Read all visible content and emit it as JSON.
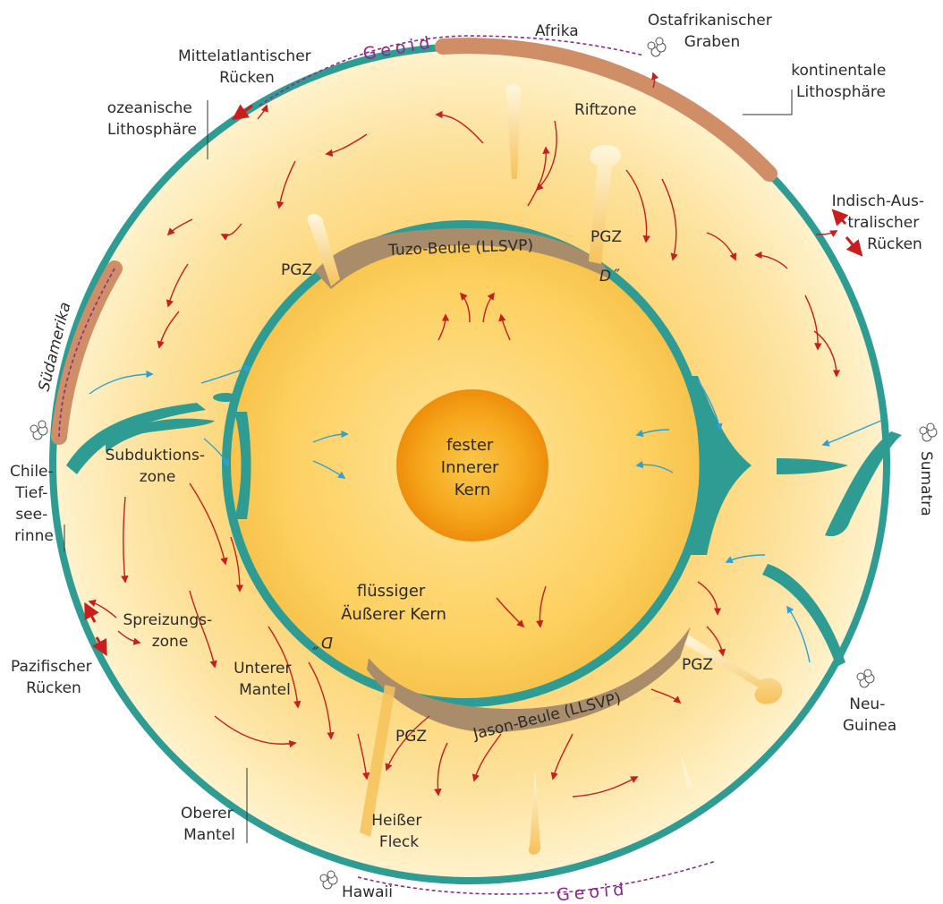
{
  "colors": {
    "lithosphere": "#2f9c94",
    "continent": "#cf8e66",
    "mantle": "#fbd67a",
    "outer_core": "#fccb4d",
    "inner_core": "#f39a12",
    "llsvp": "#a98d6a",
    "convection_arrow": "#c81e1e",
    "slab_arrow": "#2f9fd8",
    "geoid": "#8a2a8a"
  },
  "labels": {
    "geoid_top": "Geoid",
    "geoid_bottom": "Geoid",
    "afrika": "Afrika",
    "ostafrika_1": "Ostafrikanischer",
    "ostafrika_2": "Graben",
    "kontinentale_1": "kontinentale",
    "kontinentale_2": "Lithosphäre",
    "mittelatlantisch_1": "Mittelatlantischer",
    "mittelatlantisch_2": "Rücken",
    "ozeanisch_1": "ozeanische",
    "ozeanisch_2": "Lithosphäre",
    "riftzone": "Riftzone",
    "indisch_1": "Indisch-Aus-",
    "indisch_2": "tralischer",
    "indisch_3": "Rücken",
    "tuzo": "Tuzo-Beule (LLSVP)",
    "pgz_top_left": "PGZ",
    "pgz_top_right": "PGZ",
    "d_top": "D˝",
    "suedamerika": "Südamerika",
    "chile_1": "Chile-",
    "chile_2": "Tief-",
    "chile_3": "see-",
    "chile_4": "rinne",
    "subduktion_1": "Subduktions-",
    "subduktion_2": "zone",
    "inner_core_1": "fester",
    "inner_core_2": "Innerer",
    "inner_core_3": "Kern",
    "sumatra": "Sumatra",
    "outer_core_1": "flüssiger",
    "outer_core_2": "Äußerer Kern",
    "d_bottom": "D˝",
    "spreizung_1": "Spreizungs-",
    "spreizung_2": "zone",
    "pazifisch_1": "Pazifischer",
    "pazifisch_2": "Rücken",
    "unterer_1": "Unterer",
    "unterer_2": "Mantel",
    "jason": "Jason-Beule (LLSVP)",
    "pgz_bottom_right": "PGZ",
    "pgz_bottom_left": "PGZ",
    "neuguinea_1": "Neu-",
    "neuguinea_2": "Guinea",
    "heiss_1": "Heißer",
    "heiss_2": "Fleck",
    "oberer_1": "Oberer",
    "oberer_2": "Mantel",
    "hawaii": "Hawaii"
  }
}
